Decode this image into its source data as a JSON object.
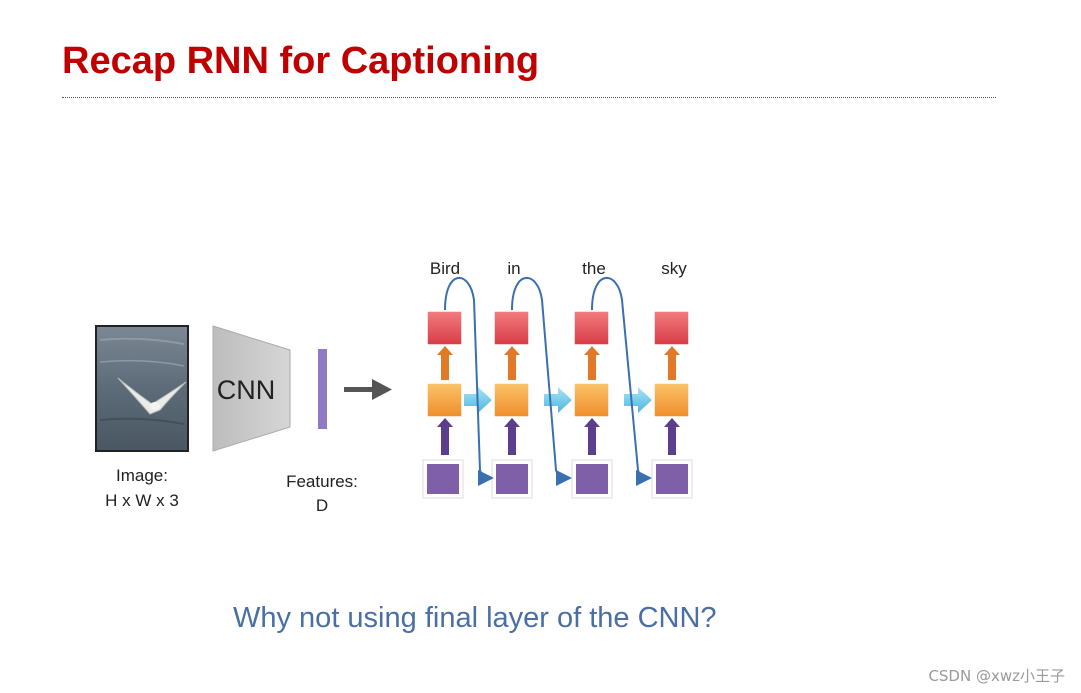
{
  "slide": {
    "title": "Recap RNN for Captioning",
    "question": "Why not using final layer of the CNN?",
    "watermark": "CSDN @xwz小王子"
  },
  "diagram": {
    "image_label_line1": "Image:",
    "image_label_line2": "H x W x 3",
    "cnn_label": "CNN",
    "features_label_line1": "Features:",
    "features_label_line2": "D",
    "words": [
      "Bird",
      "in",
      "the",
      "sky"
    ],
    "colors": {
      "output": "#e8535a",
      "hidden": "#f5a23c",
      "input": "#7e5fa8",
      "up_arrow_input": "#5b3f8c",
      "up_arrow_hidden": "#e07a26",
      "recurrent_arrow": "#6cc6e8",
      "feedback_curve": "#3a6fb0",
      "cnn_block": "#c8c8c8",
      "feature_bar": "#8f78c4"
    },
    "icons": {
      "photo": "seagull-photo",
      "arrow": "right-arrow-icon"
    }
  }
}
